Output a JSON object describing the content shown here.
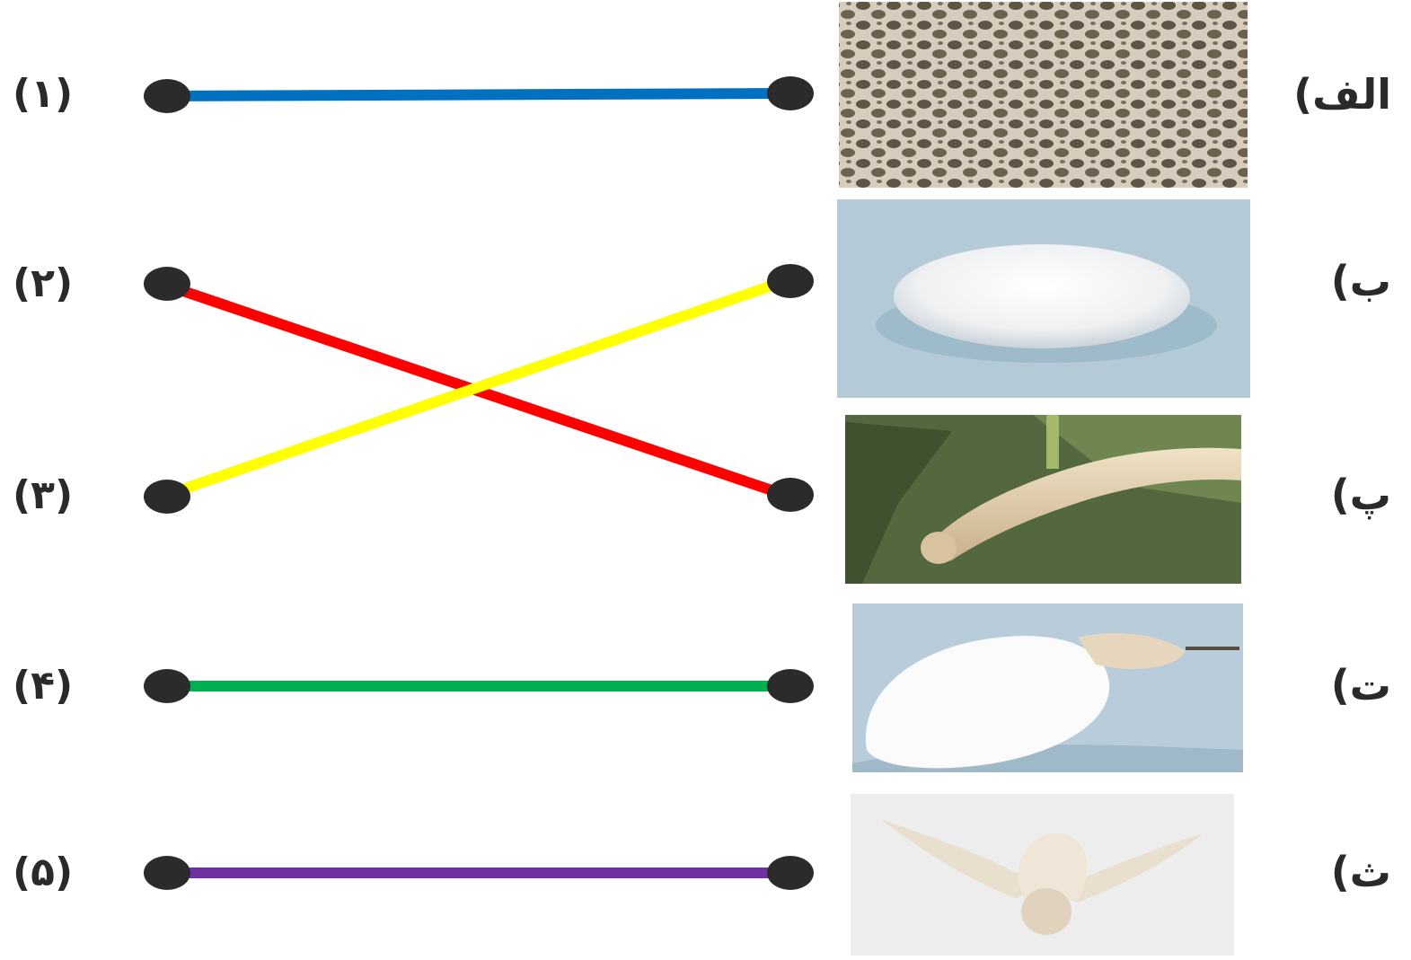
{
  "left_items": [
    {
      "label": "(۱)"
    },
    {
      "label": "(۲)"
    },
    {
      "label": "(۳)"
    },
    {
      "label": "(۴)"
    },
    {
      "label": "(۵)"
    }
  ],
  "right_items": [
    {
      "label": "الف)",
      "image": "silkworm-eggs"
    },
    {
      "label": "ب)",
      "image": "silk-cocoon"
    },
    {
      "label": "پ)",
      "image": "silkworm-larva-on-leaf"
    },
    {
      "label": "ت)",
      "image": "moth-emerging-from-cocoon"
    },
    {
      "label": "ث)",
      "image": "silk-moth"
    }
  ],
  "connections": [
    {
      "from": 0,
      "to": 0,
      "color": "#0070c0"
    },
    {
      "from": 1,
      "to": 2,
      "color": "#ff0000"
    },
    {
      "from": 2,
      "to": 1,
      "color": "#ffff00"
    },
    {
      "from": 3,
      "to": 3,
      "color": "#00b050"
    },
    {
      "from": 4,
      "to": 4,
      "color": "#7030a0"
    }
  ],
  "dot_color": "#2b2b2b"
}
